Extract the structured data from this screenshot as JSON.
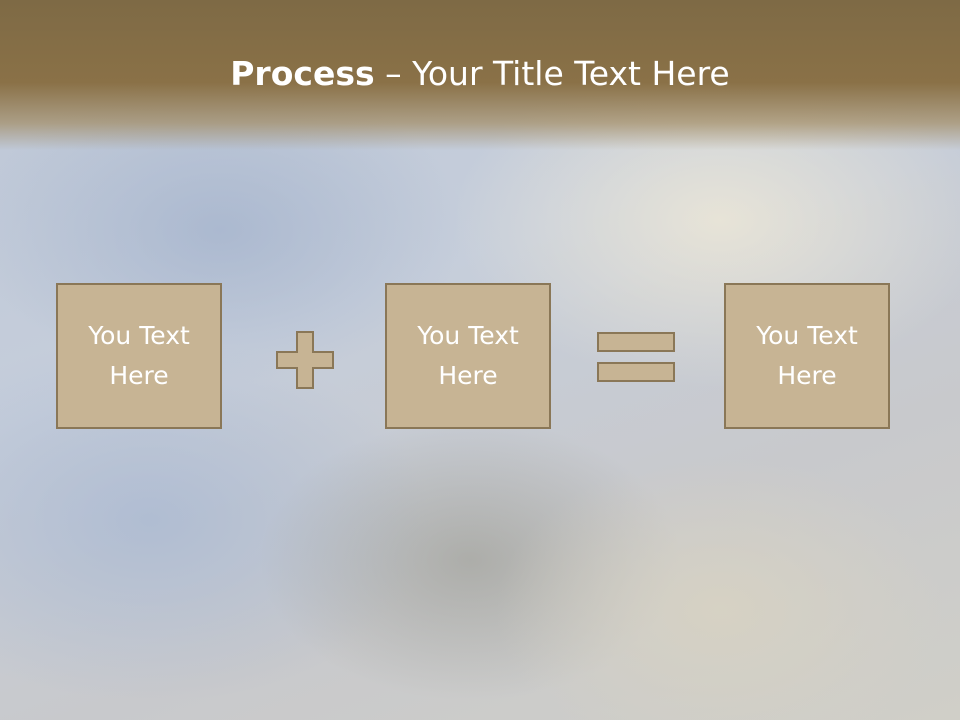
{
  "slide": {
    "title_bold": "Process",
    "title_rest": " – Your Title Text Here",
    "boxes": [
      {
        "text": "You Text Here"
      },
      {
        "text": "You Text Here"
      },
      {
        "text": "You Text Here"
      }
    ],
    "operators": [
      "plus-icon",
      "equals-icon"
    ]
  },
  "colors": {
    "header": "#8a7147",
    "box_fill": "#c7b494",
    "box_border": "#8a7757",
    "text": "#ffffff"
  }
}
